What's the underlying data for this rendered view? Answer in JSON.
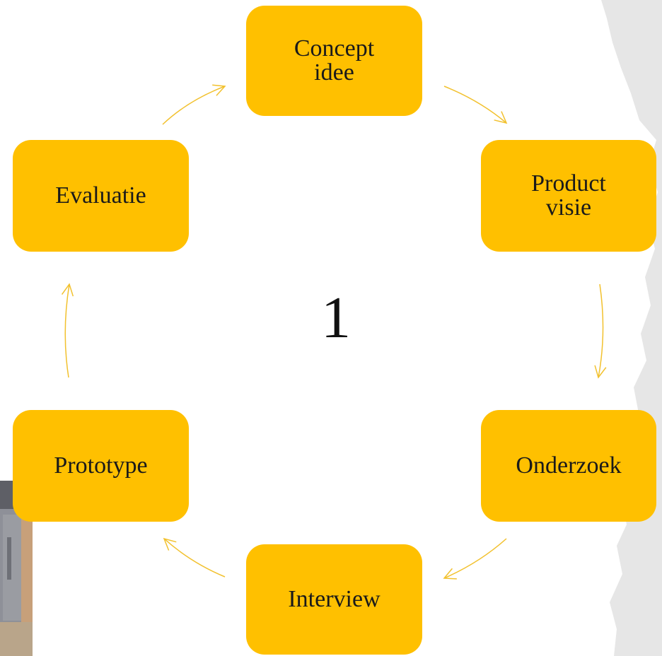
{
  "diagram": {
    "center_label": "1",
    "nodes": [
      {
        "id": "concept-idee",
        "lines": [
          "Concept",
          "idee"
        ]
      },
      {
        "id": "product-visie",
        "lines": [
          "Product",
          "visie"
        ]
      },
      {
        "id": "onderzoek",
        "lines": [
          "Onderzoek"
        ]
      },
      {
        "id": "interview",
        "lines": [
          "Interview"
        ]
      },
      {
        "id": "prototype",
        "lines": [
          "Prototype"
        ]
      },
      {
        "id": "evaluatie",
        "lines": [
          "Evaluatie"
        ]
      }
    ],
    "edges": [
      {
        "from": "concept-idee",
        "to": "product-visie"
      },
      {
        "from": "product-visie",
        "to": "onderzoek"
      },
      {
        "from": "onderzoek",
        "to": "interview"
      },
      {
        "from": "interview",
        "to": "prototype"
      },
      {
        "from": "prototype",
        "to": "evaluatie"
      },
      {
        "from": "evaluatie",
        "to": "concept-idee"
      }
    ]
  },
  "colors": {
    "node_fill": "#FFC000",
    "arrow": "#F2C12E",
    "paper_gray": "#E6E6E6",
    "text": "#1a1a1a"
  }
}
